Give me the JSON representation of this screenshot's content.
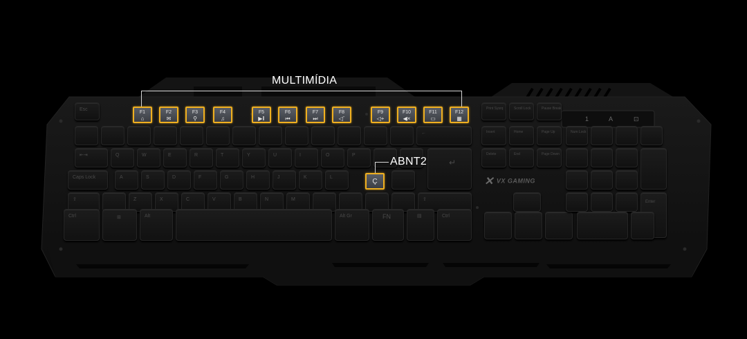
{
  "callouts": {
    "multimidia": "MULTIMÍDIA",
    "abnt2": "ABNT2"
  },
  "brand": "VX GAMING",
  "colors": {
    "highlight": "#f0b020",
    "background": "#000000",
    "keyboard_body": "#151515"
  },
  "function_keys": [
    {
      "label": "F1",
      "icon": "⌂"
    },
    {
      "label": "F2",
      "icon": "✉"
    },
    {
      "label": "F3",
      "icon": "⚲"
    },
    {
      "label": "F4",
      "icon": "♫"
    },
    {
      "label": "F5",
      "icon": "▶ǁ"
    },
    {
      "label": "F6",
      "icon": "⏮"
    },
    {
      "label": "F7",
      "icon": "⏭"
    },
    {
      "label": "F8",
      "icon": "◁ˉ"
    },
    {
      "label": "F9",
      "icon": "◁+"
    },
    {
      "label": "F10",
      "icon": "◀×"
    },
    {
      "label": "F11",
      "icon": "▭"
    },
    {
      "label": "F12",
      "icon": "▦"
    }
  ],
  "abnt_key": {
    "label": "Ç"
  },
  "indicators": [
    "1",
    "A",
    "⊡"
  ],
  "key_labels": {
    "esc": "Esc",
    "tab": "⇤⇥",
    "caps": "Caps Lock",
    "shift": "⇧",
    "ctrl": "Ctrl",
    "win": "⊞",
    "alt": "Alt",
    "altgr": "Alt Gr",
    "fn": "FN",
    "menu": "▤",
    "ctrl_r": "Ctrl",
    "enter": "↵",
    "backspace": "←",
    "insert": "Insert",
    "home": "Home",
    "pageup": "Page Up",
    "delete": "Delete",
    "end": "End",
    "pagedown": "Page Down",
    "numlock": "Num Lock",
    "prtsc": "Print Sysrq",
    "scroll": "Scroll Lock",
    "pause": "Pause Break",
    "num_enter": "Enter",
    "q": "Q",
    "w": "W",
    "e": "E",
    "r": "R",
    "t": "T",
    "y": "Y",
    "u": "U",
    "i": "I",
    "o": "O",
    "p": "P",
    "a": "A",
    "s": "S",
    "d": "D",
    "f": "F",
    "g": "G",
    "h": "H",
    "j": "J",
    "k": "K",
    "l": "L",
    "z": "Z",
    "x": "X",
    "c": "C",
    "v": "V",
    "b": "B",
    "n": "N",
    "m": "M"
  }
}
